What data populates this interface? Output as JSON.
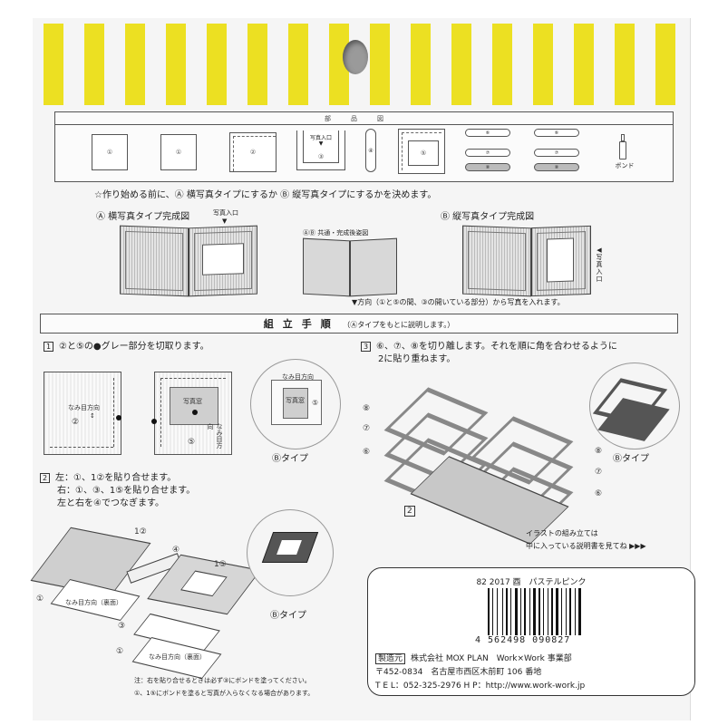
{
  "colors": {
    "stripe_yellow": "#ece022",
    "background": "#f5f5f5",
    "ink": "#222222"
  },
  "parts_diagram": {
    "title": "部品図",
    "parts": [
      {
        "id": "part-1a",
        "label": "①"
      },
      {
        "id": "part-1b",
        "label": "①"
      },
      {
        "id": "part-2",
        "label": "②"
      },
      {
        "id": "part-3",
        "label": "③",
        "annotation": "写真入口",
        "marker": "▼"
      },
      {
        "id": "part-4",
        "label": "④"
      },
      {
        "id": "part-5",
        "label": "⑤"
      }
    ],
    "bars_left": [
      "⑥",
      "⑦",
      "⑧"
    ],
    "bars_right": [
      "⑥",
      "⑦",
      "⑧"
    ],
    "bond_label": "ボンド"
  },
  "notice": "☆作り始める前に、Ⓐ 横写真タイプにするか Ⓑ 縦写真タイプにするかを決めます。",
  "completed_views": {
    "type_a": {
      "title": "Ⓐ 横写真タイプ完成図",
      "inlet": "写真入口",
      "marker": "▼"
    },
    "common": {
      "title": "ⒶⒷ 共通・完成後姿図"
    },
    "type_b": {
      "title": "Ⓑ 縦写真タイプ完成図",
      "inlet": "写真入口",
      "marker": "◀"
    },
    "direction_note": "▼方向（①と⑤の間、③の開いている部分）から写真を入れます。"
  },
  "assembly": {
    "title": "組立手順",
    "subtitle": "（Ⓐタイプをもとに説明します。）"
  },
  "steps": {
    "step1": {
      "num": "1",
      "text": "②と⑤の●グレー部分を切取ります。",
      "grain_label": "なみ目方向",
      "part2": "②",
      "part5": "⑤",
      "photo_window": "写真窓",
      "b_type": "Ⓑタイプ"
    },
    "step2": {
      "num": "2",
      "lines": [
        "左：①、1②を貼り合せます。",
        "右：①、③、1⑤を貼り合せます。",
        "左と右を④でつなぎます。"
      ],
      "labels": {
        "p12": "1②",
        "p4": "④",
        "p15": "1⑤",
        "p1a": "①",
        "p3": "③",
        "p1b": "①",
        "grain_back": "なみ目方向（裏面）"
      },
      "b_type": "Ⓑタイプ",
      "notes": [
        "注：右を貼り合せるときは必ず③にボンドを塗ってください。",
        "①、1⑤にボンドを塗ると写真が入らなくなる場合があります。"
      ]
    },
    "step3": {
      "num": "3",
      "lines": [
        "⑥、⑦、⑧を切り離します。それを順に角を合わせるように",
        "2に貼り重ねます。"
      ],
      "left_labels": [
        "⑧",
        "⑦",
        "⑥"
      ],
      "right_labels": [
        "⑧",
        "⑦",
        "⑥"
      ],
      "base_label": "2",
      "b_type": "Ⓑタイプ"
    }
  },
  "illustration_note": {
    "line1": "イラストの組み立ては",
    "line2": "中に入っている説明書を見てね ▶▶▶"
  },
  "product_label": {
    "product_line": "82 2017 酉　パステルピンク",
    "barcode_number": "4 562498 090827",
    "maker_tag": "製造元",
    "maker_name": "株式会社 MOX PLAN　Work×Work 事業部",
    "address": "〒452-0834　名古屋市西区木前町 106 番地",
    "contact": "T E L：052-325-2976 H P：http://www.work-work.jp"
  }
}
